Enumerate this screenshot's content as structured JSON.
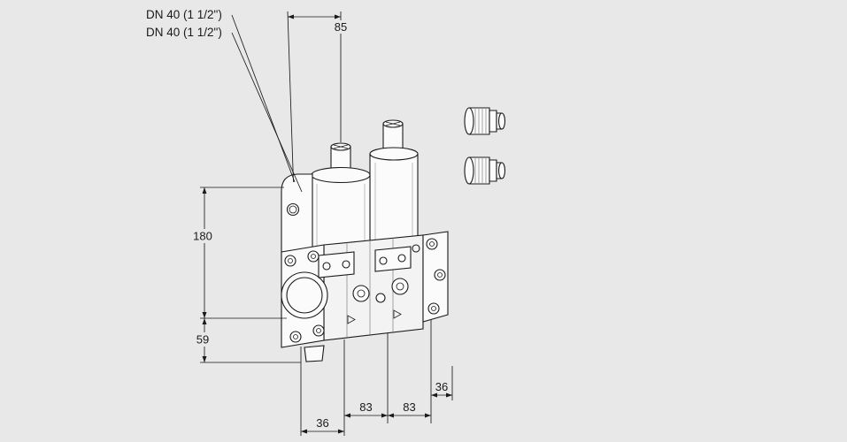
{
  "drawing": {
    "type": "dimensional-line-drawing",
    "subject": "double-solenoid-valve-with-flanges-and-two-plug-fittings"
  },
  "colors": {
    "background": "#e8e8e8",
    "line": "#1a1a1a",
    "shape_fill": "#fbfbfb",
    "body_fill": "#f3f3f3"
  },
  "annotations": {
    "dn_label_1": "DN 40 (1 1/2\")",
    "dn_label_2": "DN 40 (1 1/2\")",
    "dim_85": "85",
    "dim_180": "180",
    "dim_59": "59",
    "dim_36_bottom_left": "36",
    "dim_83_bottom_left": "83",
    "dim_83_bottom_right": "83",
    "dim_36_bottom_right": "36"
  }
}
